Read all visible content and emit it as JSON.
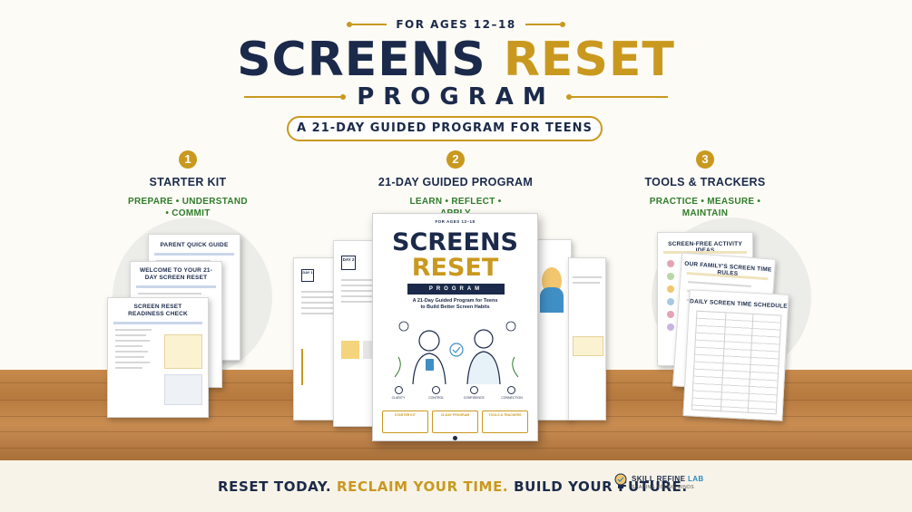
{
  "header": {
    "ages": "FOR AGES 12–18",
    "title_part1": "SCREENS",
    "title_part2": "RESET",
    "program": "PROGRAM",
    "tagline_pill": "A 21-DAY GUIDED PROGRAM FOR TEENS"
  },
  "columns": [
    {
      "number": "1",
      "title": "STARTER KIT",
      "sub_line1": "PREPARE • UNDERSTAND",
      "sub_line2": "• COMMIT"
    },
    {
      "number": "2",
      "title": "21-DAY GUIDED PROGRAM",
      "sub_line1": "LEARN • REFLECT •",
      "sub_line2": "APPLY"
    },
    {
      "number": "3",
      "title": "TOOLS & TRACKERS",
      "sub_line1": "PRACTICE • MEASURE •",
      "sub_line2": "MAINTAIN"
    }
  ],
  "left_docs": {
    "doc1": "PARENT QUICK GUIDE",
    "doc2": "WELCOME TO YOUR 21-DAY SCREEN RESET",
    "doc3": "SCREEN RESET READINESS CHECK"
  },
  "center_docs": {
    "day1": "DAY 1",
    "day2": "DAY 2",
    "cover_ages": "FOR AGES 12–18",
    "cover_title1": "SCREENS",
    "cover_title2": "RESET",
    "cover_program": "PROGRAM",
    "cover_sub_line1": "A 21-Day Guided Program for Teens",
    "cover_sub_line2": "to Build Better Screen Habits",
    "features": [
      "CLARITY",
      "CONTROL",
      "CONFIDENCE",
      "CONNECTION"
    ],
    "boxes": [
      "STARTER KIT",
      "21-DAY PROGRAM",
      "TOOLS & TRACKERS"
    ]
  },
  "right_docs": {
    "doc1": "SCREEN-FREE ACTIVITY IDEAS",
    "doc2": "OUR FAMILY'S SCREEN TIME RULES",
    "doc3": "DAILY SCREEN TIME SCHEDULE"
  },
  "footer": {
    "part1": "RESET TODAY.",
    "part2": "RECLAIM YOUR TIME.",
    "part3": "BUILD YOUR FUTURE.",
    "logo_name_a": "SKILL REFINE",
    "logo_name_b": "LAB",
    "logo_tag": "SHAPING YOUNG MINDS"
  },
  "colors": {
    "navy": "#1b2a4a",
    "gold": "#c9991f",
    "green": "#2f7d2a",
    "wood": "#c08548"
  }
}
